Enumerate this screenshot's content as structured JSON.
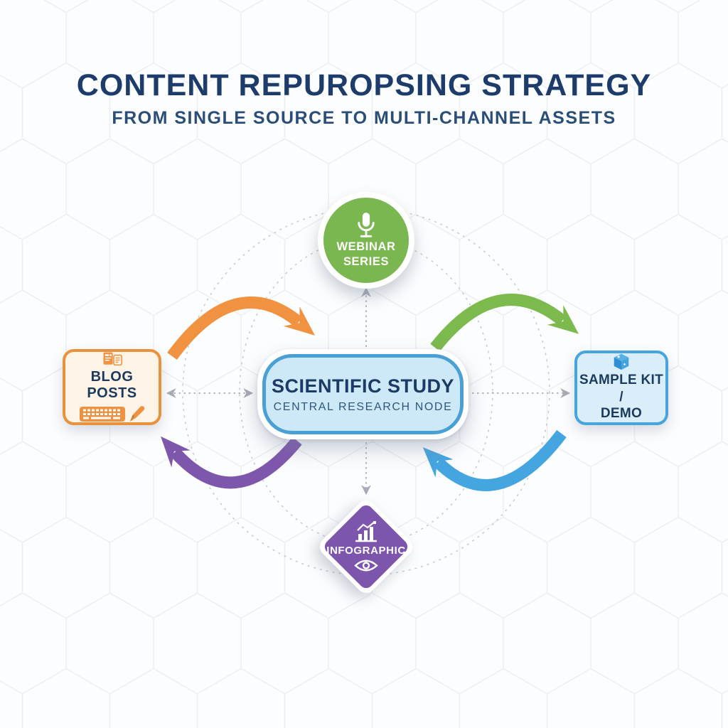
{
  "header": {
    "title": "CONTENT REPUROPSING STRATEGY",
    "subtitle": "FROM SINGLE SOURCE TO MULTI-CHANNEL ASSETS",
    "text_color": "#1d3c6b"
  },
  "center_node": {
    "title": "SCIENTIFIC STUDY",
    "subtitle": "CENTRAL RESEARCH NODE",
    "fill": "#cde9f7",
    "border": "#4aa0d4",
    "text_color": "#1b3a66"
  },
  "nodes": {
    "webinar": {
      "line1": "WEBINAR",
      "line2": "SERIES",
      "icon": "microphone-icon",
      "shape": "circle",
      "color": "#7bb750"
    },
    "blog": {
      "label": "BLOG POSTS",
      "icons": [
        "documents-icon",
        "keyboard-icon",
        "pencil-icon"
      ],
      "shape": "rounded-rectangle",
      "border": "#e9923e",
      "fill": "#fdf3e6"
    },
    "sample": {
      "line1": "SAMPLE KIT /",
      "line2": "DEMO",
      "icon": "cube-icon",
      "shape": "rounded-rectangle",
      "border": "#48a4dd",
      "fill": "#daeefa"
    },
    "infographic": {
      "label": "INFOGRAPHIC",
      "icons": [
        "bar-chart-icon",
        "eye-icon"
      ],
      "shape": "diamond",
      "color": "#7d55ad"
    }
  },
  "arrows": {
    "top_left": {
      "color": "#f0923f",
      "direction": "blog-posts to central node"
    },
    "top_right": {
      "color": "#7cba4e",
      "direction": "central node to sample kit"
    },
    "bottom_right": {
      "color": "#45a5e0",
      "direction": "sample kit to central node"
    },
    "bottom_left": {
      "color": "#7e57ad",
      "direction": "central node to blog posts"
    },
    "dashed_connector_color": "#b3b8c2"
  }
}
